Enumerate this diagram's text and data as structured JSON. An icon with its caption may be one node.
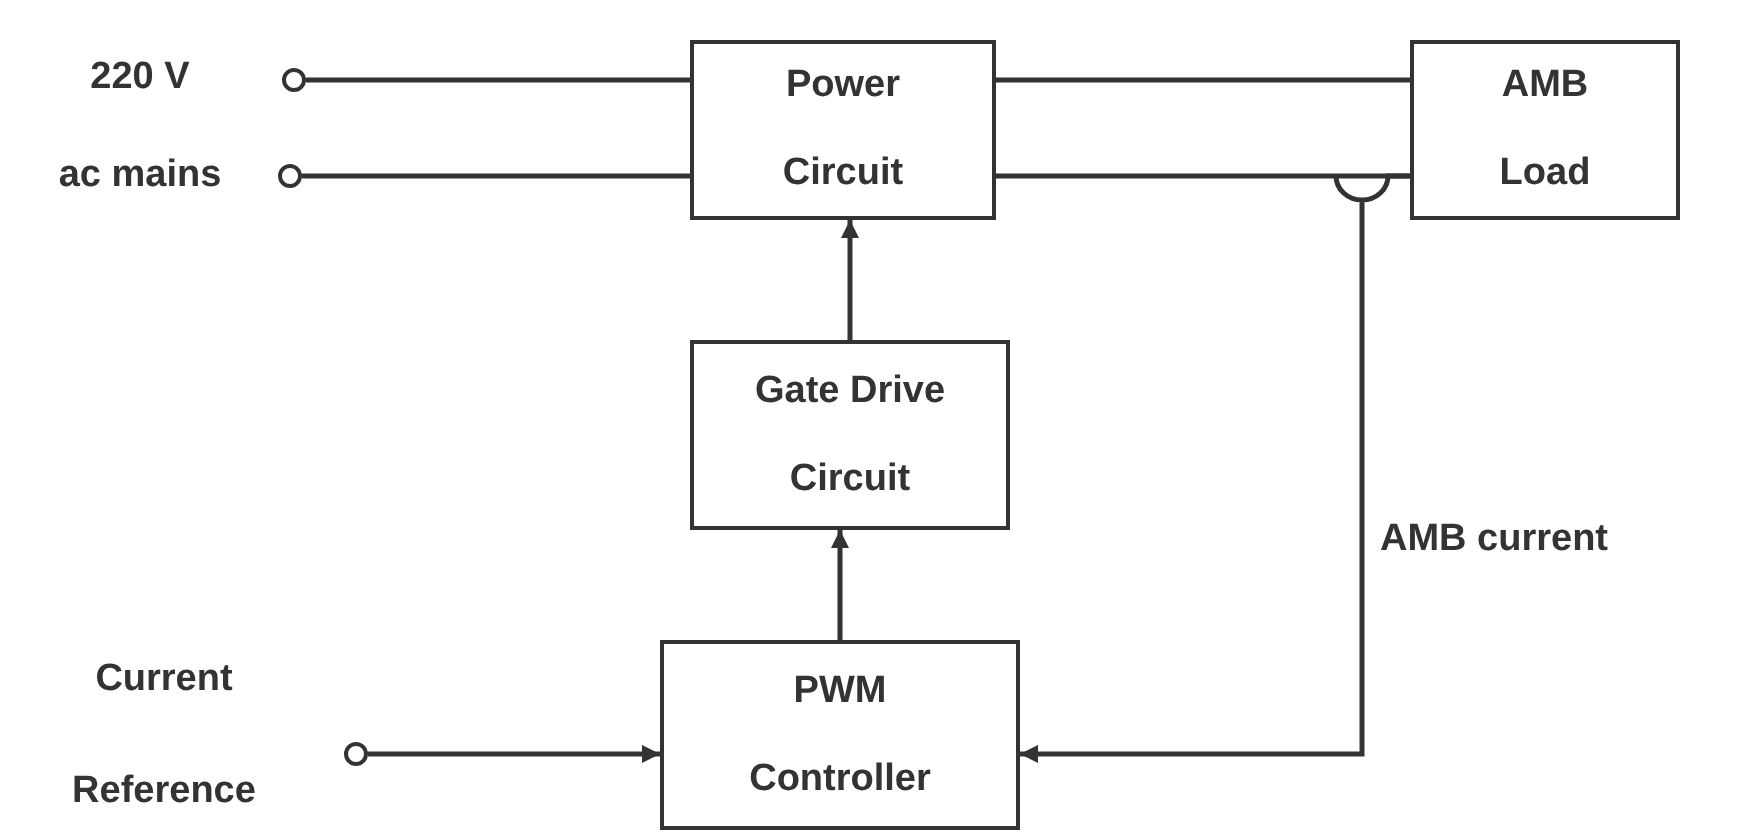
{
  "diagram": {
    "nodes": [
      {
        "text": [],
        "shape": "circle",
        "beside": [
          "220 V"
        ]
      },
      {
        "text": [],
        "shape": "circle",
        "beside": [
          "ac mains"
        ]
      },
      {
        "text": [
          "Power Circuit"
        ]
      },
      {
        "text": [
          "AMB Load"
        ]
      },
      {
        "text": [
          "Gate Drive Circuit"
        ]
      },
      {
        "text": [],
        "shape": "circle",
        "beside": [
          "Current Reference"
        ]
      },
      {
        "text": [
          "PWM Controller"
        ]
      }
    ],
    "edges": [
      {
        "from": 0,
        "to": 2,
        "arrow": "none"
      },
      {
        "from": 1,
        "to": 2,
        "arrow": "none"
      },
      {
        "from": 2,
        "to": 3,
        "arrow": "none"
      },
      {
        "from": 2,
        "to": 3,
        "arrow": "none"
      },
      {
        "from": 4,
        "to": 2,
        "arrow": "to"
      },
      {
        "from": 6,
        "to": 4,
        "arrow": "to"
      },
      {
        "from": 5,
        "to": 6,
        "arrow": "to"
      },
      {
        "from": 3,
        "to": 6,
        "arrow": "to",
        "label": "AMB current"
      }
    ]
  }
}
